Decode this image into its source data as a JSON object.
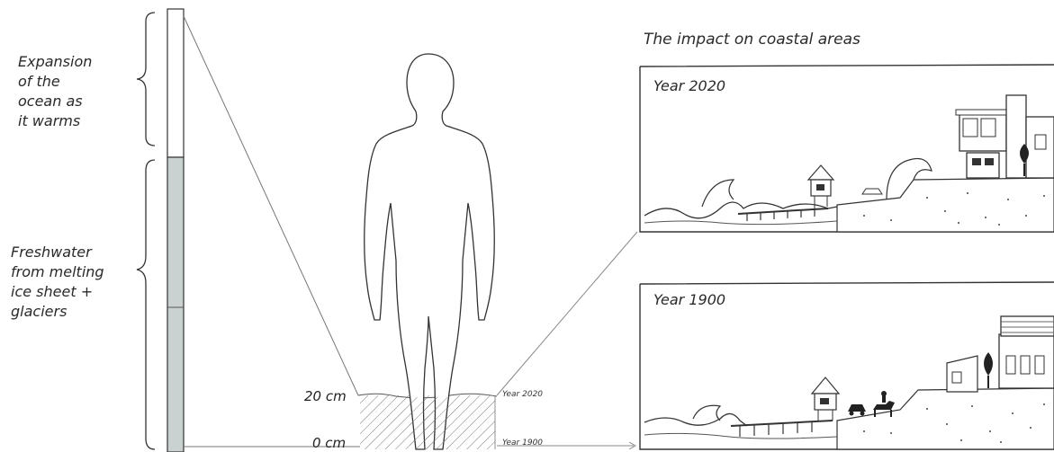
{
  "labels": {
    "expansion": "Expansion\nof the\nocean as\nit warms",
    "freshwater": "Freshwater\nfrom melting\nice sheet +\nglaciers"
  },
  "scale": {
    "top_label": "20 cm",
    "bottom_label": "0 cm",
    "top_year": "Year 2020",
    "bottom_year": "Year 1900"
  },
  "impact": {
    "title": "The impact on coastal areas",
    "panel_2020": "Year 2020",
    "panel_1900": "Year 1900"
  },
  "colors": {
    "line": "#333333",
    "bar_fill": "#c9d2d1",
    "bar_empty": "#ffffff"
  }
}
